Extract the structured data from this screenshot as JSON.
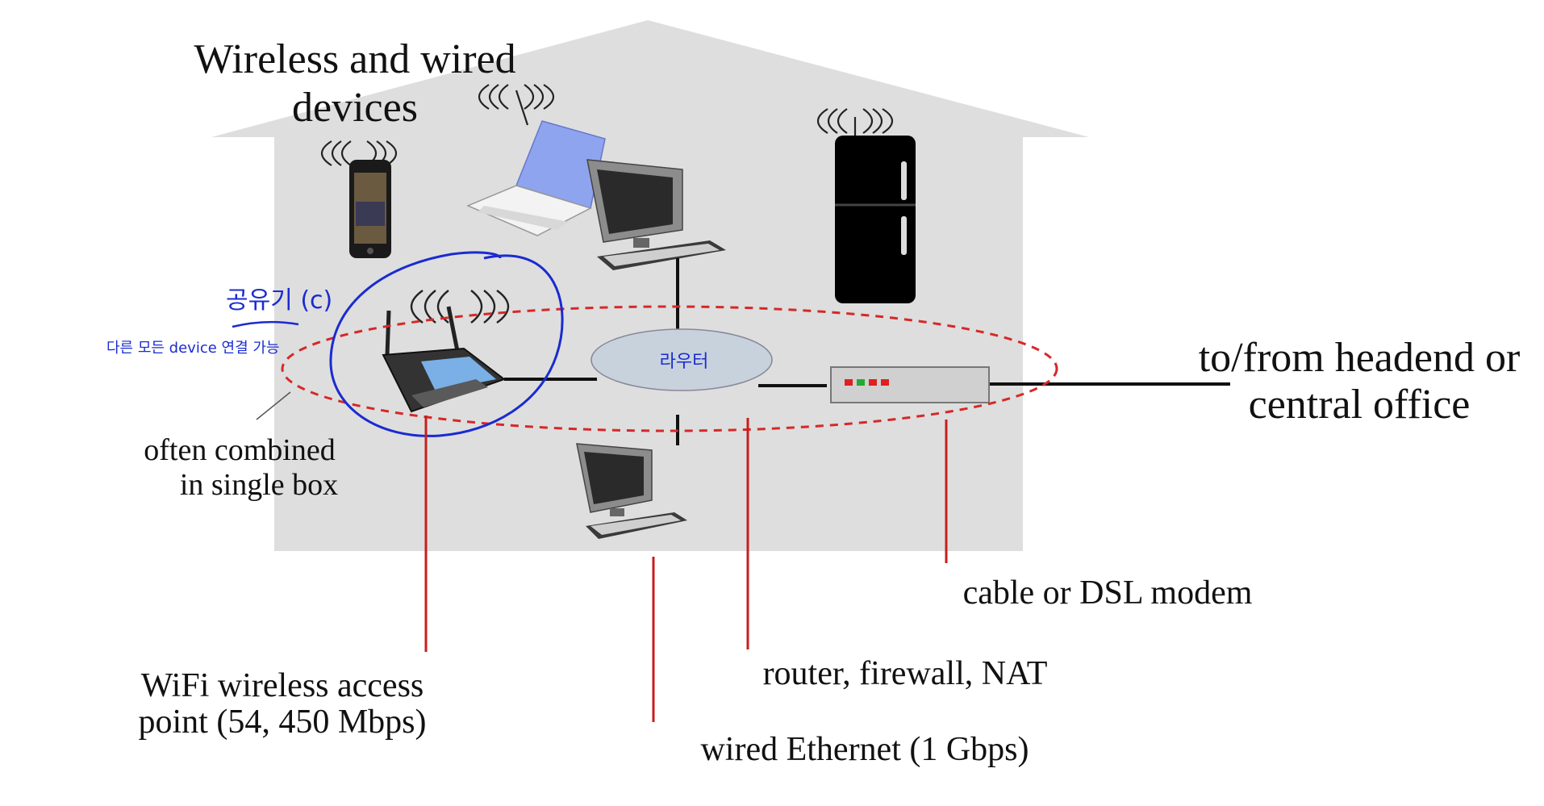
{
  "labels": {
    "title_line1": "Wireless and wired",
    "title_line2": "devices",
    "headend_line1": "to/from headend or",
    "headend_line2": "central office",
    "combined_line1": "often combined",
    "combined_line2": "in single box",
    "wifi_line1": "WiFi wireless access",
    "wifi_line2": "point (54, 450 Mbps)",
    "ethernet": "wired Ethernet (1 Gbps)",
    "router": "router, firewall, NAT",
    "modem": "cable or DSL modem"
  },
  "annotations": {
    "handwritten_1": "공유기 (c)",
    "handwritten_2": "다른 모든 device 연결 가능",
    "router_ellipse": "라우터"
  },
  "colors": {
    "house": "#dedede",
    "callout_line": "#c81e1e",
    "dashed_ellipse": "#d62828",
    "handwriting": "#1a2bd0",
    "router_ellipse_fill": "#c8d2dc",
    "modem_led_red": "#e01f1f",
    "modem_led_green": "#22aa33"
  },
  "icons": [
    "wifi-signal-icon",
    "smartphone-icon",
    "laptop-icon",
    "desktop-computer-icon",
    "refrigerator-icon",
    "wireless-router-icon",
    "modem-icon"
  ]
}
